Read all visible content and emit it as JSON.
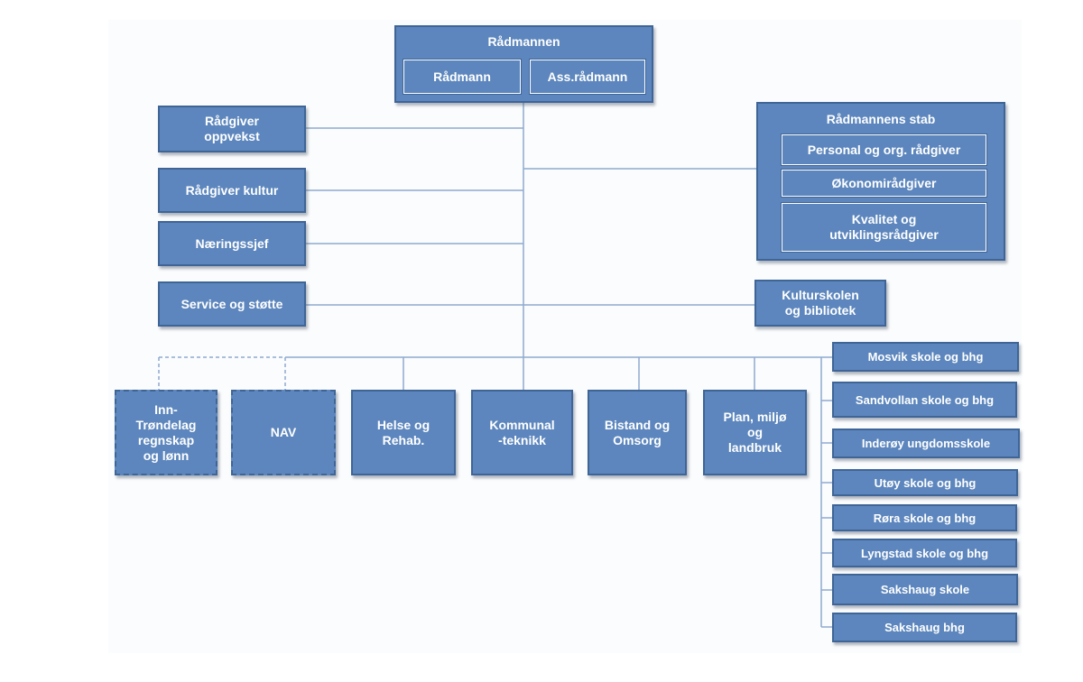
{
  "top": {
    "title": "Rådmannen",
    "left": "Rådmann",
    "right": "Ass.rådmann"
  },
  "advisors": {
    "oppvekst": "Rådgiver\noppvekst",
    "kultur": "Rådgiver kultur",
    "naeringssjef": "Næringssjef",
    "service": "Service og støtte"
  },
  "staff": {
    "title": "Rådmannens stab",
    "items": [
      "Personal og org. rådgiver",
      "Økonomirådgiver",
      "Kvalitet og\nutviklingsrådgiver"
    ]
  },
  "kulturskolen": "Kulturskolen\nog bibliotek",
  "units": {
    "regnskap": "Inn-\nTrøndelag\nregnskap\nog lønn",
    "nav": "NAV",
    "helse": "Helse og\nRehab.",
    "kommunalteknikk": "Kommunal\n-teknikk",
    "bistand": "Bistand og\nOmsorg",
    "plan": "Plan, miljø\nog\nlandbruk"
  },
  "schools": [
    "Mosvik skole og bhg",
    "Sandvollan skole og bhg",
    "Inderøy ungdomsskole",
    "Utøy skole og bhg",
    "Røra skole og bhg",
    "Lyngstad skole og bhg",
    "Sakshaug skole",
    "Sakshaug bhg"
  ]
}
